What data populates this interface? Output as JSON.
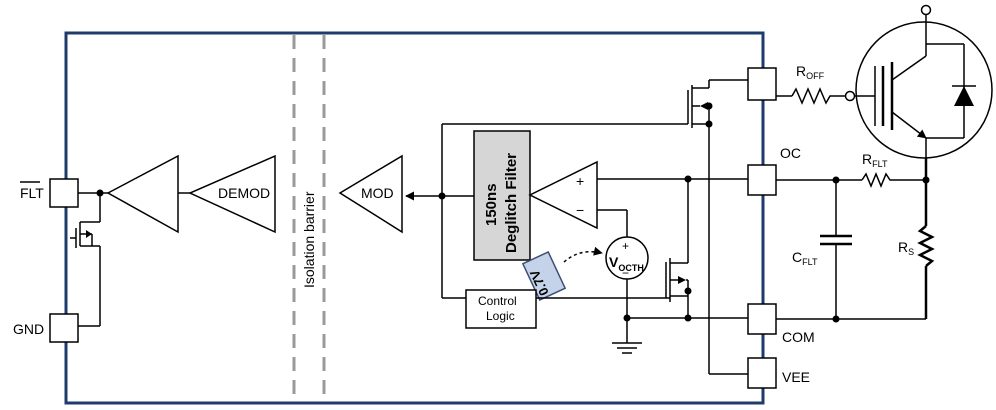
{
  "pins": {
    "flt": "FLT",
    "gnd": "GND",
    "oc": "OC",
    "com": "COM",
    "vee": "VEE"
  },
  "blocks": {
    "demod": "DEMOD",
    "mod": "MOD",
    "isolation_barrier": "Isolation barrier",
    "deglitch_line1": "150ns",
    "deglitch_line2": "Deglitch Filter",
    "control_line1": "Control",
    "control_line2": "Logic",
    "threshold_tag": "0.7V",
    "comp_plus": "+",
    "comp_minus": "−"
  },
  "components": {
    "roff_main": "R",
    "roff_sub": "OFF",
    "rflt_main": "R",
    "rflt_sub": "FLT",
    "cflt_main": "C",
    "cflt_sub": "FLT",
    "rs_main": "R",
    "rs_sub": "S",
    "vocth_main": "V",
    "vocth_sub": "OCTH",
    "src_plus": "+",
    "src_minus": "−"
  },
  "colors": {
    "chip_border": "#1f3b6b",
    "barrier_dash": "#9a9a9a",
    "filter_fill": "#d6d6d6",
    "tag_fill": "#c5d3ea",
    "tag_stroke": "#3d4f73"
  }
}
